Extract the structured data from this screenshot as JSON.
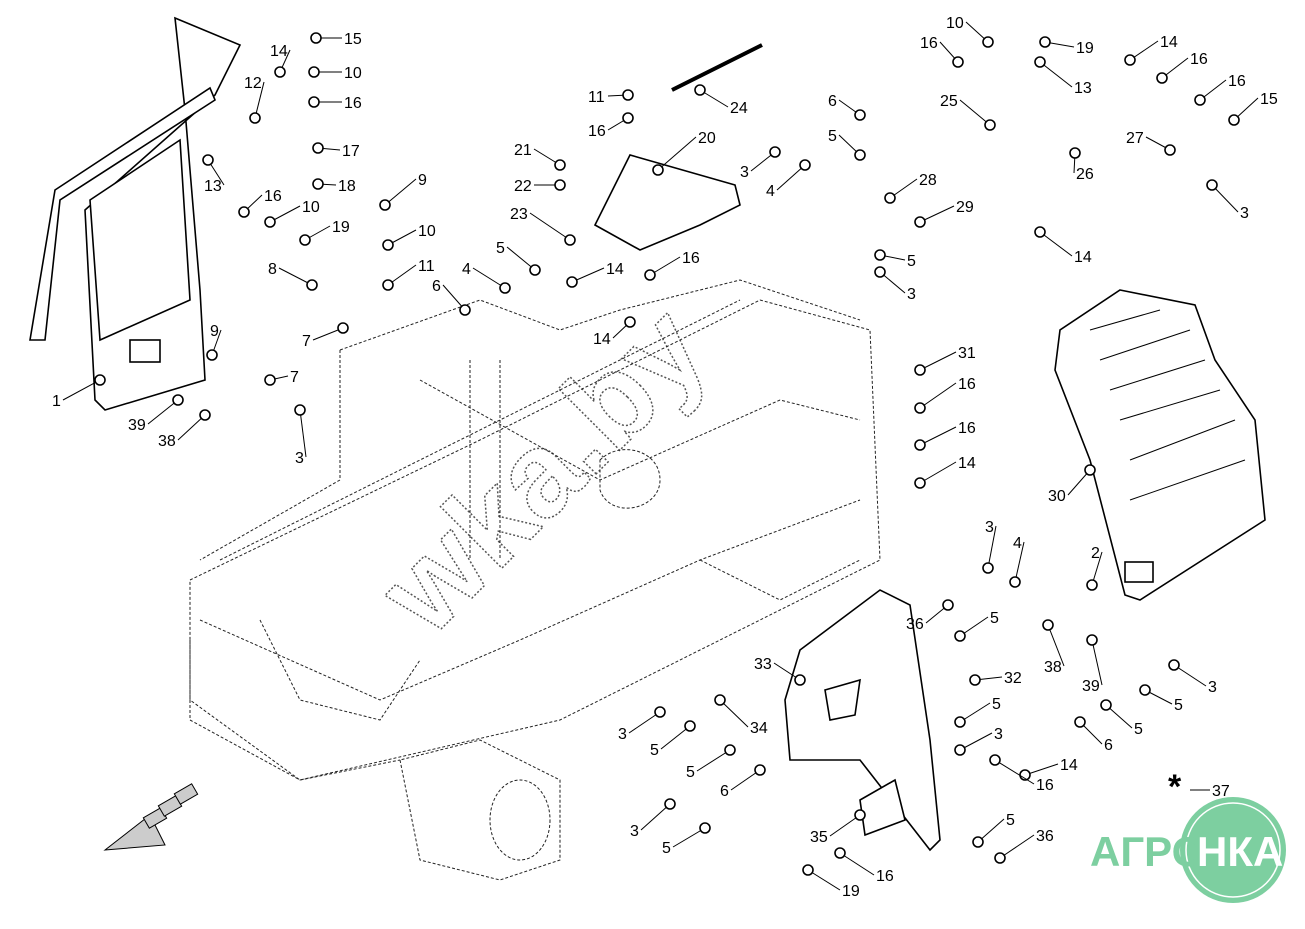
{
  "diagram": {
    "callouts": [
      "15",
      "14",
      "10",
      "12",
      "16",
      "13",
      "17",
      "18",
      "16",
      "10",
      "19",
      "9",
      "10",
      "11",
      "8",
      "7",
      "7",
      "9",
      "1",
      "39",
      "38",
      "3",
      "11",
      "16",
      "24",
      "20",
      "21",
      "22",
      "23",
      "5",
      "4",
      "6",
      "14",
      "16",
      "14",
      "6",
      "5",
      "3",
      "4",
      "28",
      "29",
      "5",
      "3",
      "10",
      "16",
      "19",
      "13",
      "25",
      "14",
      "16",
      "16",
      "15",
      "27",
      "26",
      "3",
      "14",
      "31",
      "16",
      "16",
      "14",
      "30",
      "3",
      "4",
      "2",
      "36",
      "5",
      "38",
      "32",
      "39",
      "3",
      "33",
      "5",
      "5",
      "5",
      "34",
      "3",
      "5",
      "5",
      "6",
      "3",
      "14",
      "16",
      "6",
      "37",
      "3",
      "5",
      "35",
      "5",
      "36",
      "19",
      "16"
    ],
    "note_marker": "*",
    "watermark": "wka.by",
    "logo": {
      "left": "АГРО",
      "right": "НКА"
    },
    "colors": {
      "logo": "#7dcfa0",
      "ink": "#000000"
    }
  }
}
